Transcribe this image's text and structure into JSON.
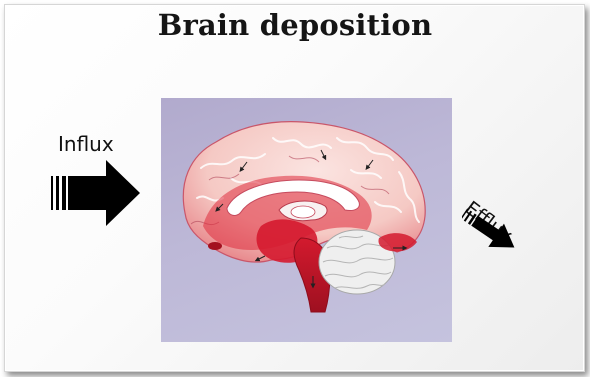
{
  "slide": {
    "title": "Brain deposition",
    "influx_label": "Influx",
    "efflux_label": "Efflux"
  },
  "icons": {
    "influx_arrow": "right-arrow-icon",
    "efflux_arrow": "down-right-arrow-icon"
  },
  "colors": {
    "arrow": "#000000",
    "brain_tissue": "#f6c9c5",
    "deposition_red": "#d8182b",
    "cerebellum": "#eeeeee",
    "figure_background": "#bdb8d7"
  }
}
